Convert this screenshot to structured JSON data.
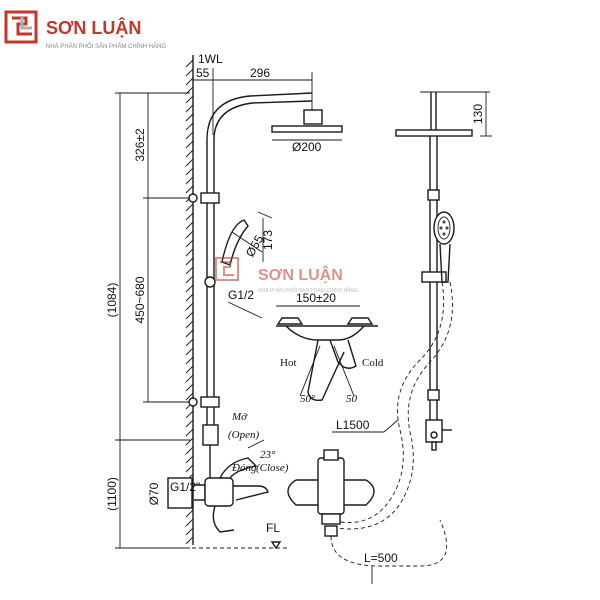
{
  "brand": {
    "logo_name": "SƠN LUẬN",
    "tagline": "NHÀ PHÂN PHỐI SẢN PHẨM CHÍNH HÃNG",
    "color": "#c0392b"
  },
  "watermark": {
    "logo_name": "SƠN LUẬN",
    "tagline": "NHÀ PHÂN PHỐI SẢN PHẨM CHÍNH HÃNG"
  },
  "dimensions": {
    "wall_label": "1WL",
    "wall_offset": "55",
    "arm_length": "296",
    "head_diameter": "Ø200",
    "top_segment": "326±2",
    "slide_range": "450~680",
    "total_height": "(1084)",
    "mixer_height": "(1100)",
    "hand_length": "173",
    "hand_diameter": "Ø55",
    "head_height": "130",
    "pipe_thread": "G1/2",
    "mixer_thread": "G1/2\"",
    "body_diameter": "Ø70",
    "centers": "150±20",
    "hose_long": "L1500",
    "hose_short": "L=500",
    "floor_label": "FL",
    "angle_open": "23°",
    "angle_left": "50°",
    "angle_right": "50"
  },
  "labels": {
    "hot": "Hot",
    "cold": "Cold",
    "open_vn": "Mở",
    "open_en": "(Open)",
    "close_vn": "Đóng",
    "close_en": "(Close)"
  }
}
